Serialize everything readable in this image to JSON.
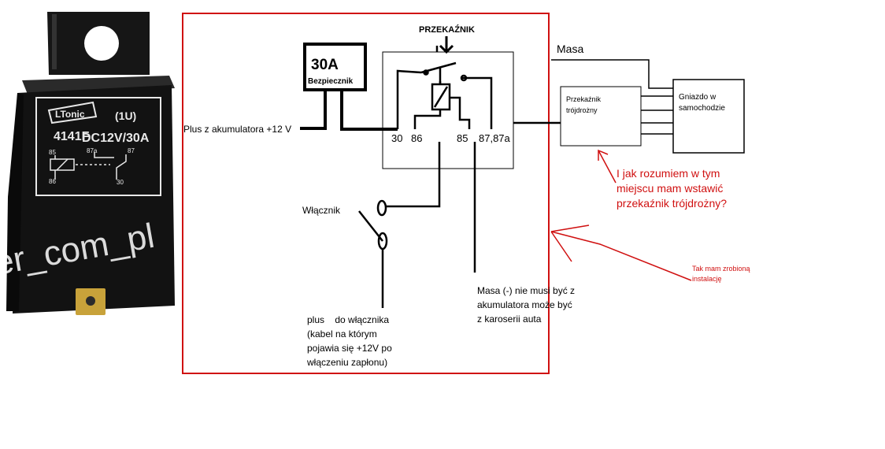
{
  "photo": {
    "brand": "LTonic",
    "marking_1u": "(1U)",
    "model": "4141F",
    "rating": "DC12V/30A",
    "pin_labels": {
      "p85": "85",
      "p87a": "87a",
      "p87": "87",
      "p86": "86",
      "p30": "30"
    },
    "watermark": "er_com_pl"
  },
  "diagram": {
    "fuse_value": "30A",
    "fuse_label": "Bezpiecznik",
    "relay_title": "PRZEKAŹNIK",
    "pins": {
      "p30": "30",
      "p86": "86",
      "p85": "85",
      "p87": "87,87a"
    },
    "battery_plus": "Plus z akumulatora  +12 V",
    "switch_label": "Włącznik",
    "switch_feed": [
      "plus    do włącznika",
      "(kabel na którym",
      "pojawia się +12V po",
      "włączeniu zapłonu)"
    ],
    "ground_note": [
      "Masa (-) nie musi być z",
      "akumulatora może być",
      "z karoserii auta"
    ],
    "masa": "Masa",
    "three_way_relay": [
      "Przekaźnik",
      "trójdrożny"
    ],
    "socket": [
      "Gniazdo w",
      "samochodzie"
    ],
    "question": [
      "I jak rozumiem w tym",
      "miejscu mam wstawić",
      "przekaźnik trójdrożny?"
    ],
    "done_note": [
      "Tak mam zrobioną",
      "instalację"
    ]
  },
  "colors": {
    "annotation_red": "#d01010",
    "relay_body": "#141414",
    "terminal": "#c8a23a"
  }
}
